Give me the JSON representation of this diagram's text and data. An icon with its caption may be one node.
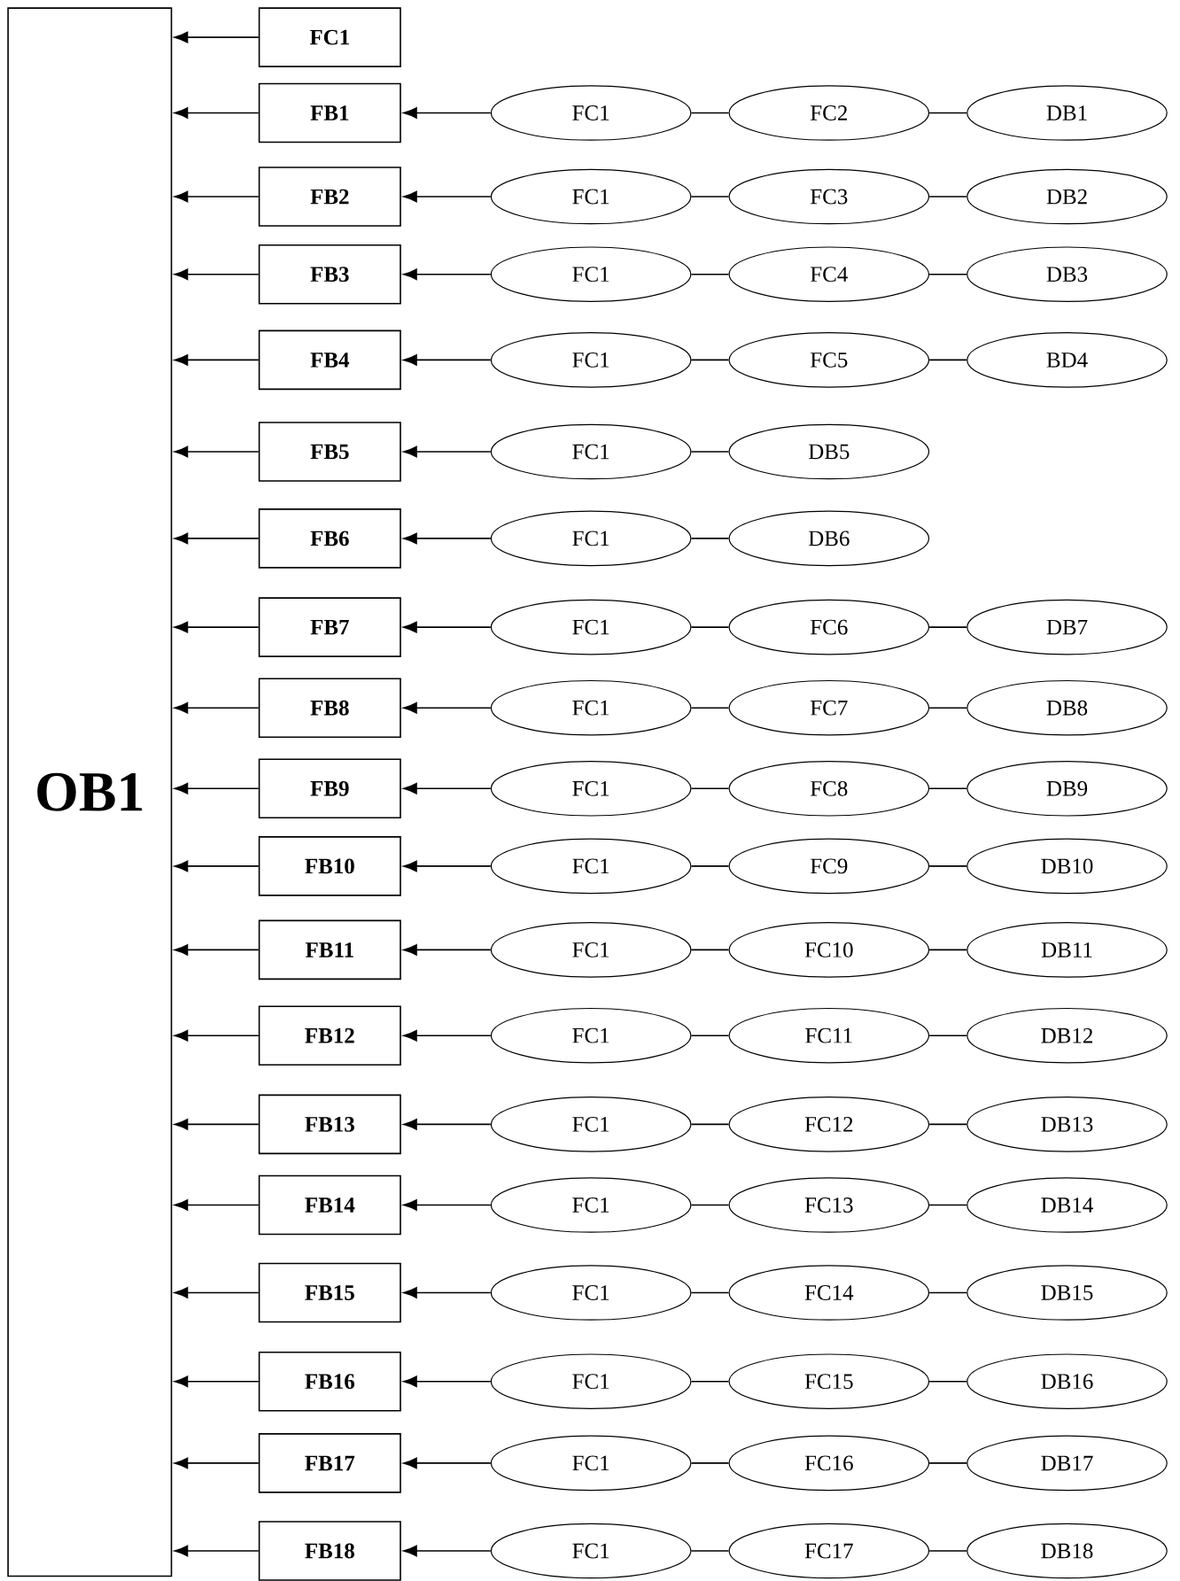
{
  "diagram": {
    "nodes": [
      {
        "text": [
          "OB1"
        ]
      },
      {
        "text": [
          "FC1"
        ]
      },
      {
        "text": [
          "FB1"
        ]
      },
      {
        "text": [
          "FC1"
        ]
      },
      {
        "text": [
          "FC2"
        ]
      },
      {
        "text": [
          "DB1"
        ]
      },
      {
        "text": [
          "FB2"
        ]
      },
      {
        "text": [
          "FC1"
        ]
      },
      {
        "text": [
          "FC3"
        ]
      },
      {
        "text": [
          "DB2"
        ]
      },
      {
        "text": [
          "FB3"
        ]
      },
      {
        "text": [
          "FC1"
        ]
      },
      {
        "text": [
          "FC4"
        ]
      },
      {
        "text": [
          "DB3"
        ]
      },
      {
        "text": [
          "FB4"
        ]
      },
      {
        "text": [
          "FC1"
        ]
      },
      {
        "text": [
          "FC5"
        ]
      },
      {
        "text": [
          "BD4"
        ]
      },
      {
        "text": [
          "FB5"
        ]
      },
      {
        "text": [
          "FC1"
        ]
      },
      {
        "text": [
          "DB5"
        ]
      },
      {
        "text": [
          "FB6"
        ]
      },
      {
        "text": [
          "FC1"
        ]
      },
      {
        "text": [
          "DB6"
        ]
      },
      {
        "text": [
          "FB7"
        ]
      },
      {
        "text": [
          "FC1"
        ]
      },
      {
        "text": [
          "FC6"
        ]
      },
      {
        "text": [
          "DB7"
        ]
      },
      {
        "text": [
          "FB8"
        ]
      },
      {
        "text": [
          "FC1"
        ]
      },
      {
        "text": [
          "FC7"
        ]
      },
      {
        "text": [
          "DB8"
        ]
      },
      {
        "text": [
          "FB9"
        ]
      },
      {
        "text": [
          "FC1"
        ]
      },
      {
        "text": [
          "FC8"
        ]
      },
      {
        "text": [
          "DB9"
        ]
      },
      {
        "text": [
          "FB10"
        ]
      },
      {
        "text": [
          "FC1"
        ]
      },
      {
        "text": [
          "FC9"
        ]
      },
      {
        "text": [
          "DB10"
        ]
      },
      {
        "text": [
          "FB11"
        ]
      },
      {
        "text": [
          "FC1"
        ]
      },
      {
        "text": [
          "FC10"
        ]
      },
      {
        "text": [
          "DB11"
        ]
      },
      {
        "text": [
          "FB12"
        ]
      },
      {
        "text": [
          "FC1"
        ]
      },
      {
        "text": [
          "FC11"
        ]
      },
      {
        "text": [
          "DB12"
        ]
      },
      {
        "text": [
          "FB13"
        ]
      },
      {
        "text": [
          "FC1"
        ]
      },
      {
        "text": [
          "FC12"
        ]
      },
      {
        "text": [
          "DB13"
        ]
      },
      {
        "text": [
          "FB14"
        ]
      },
      {
        "text": [
          "FC1"
        ]
      },
      {
        "text": [
          "FC13"
        ]
      },
      {
        "text": [
          "DB14"
        ]
      },
      {
        "text": [
          "FB15"
        ]
      },
      {
        "text": [
          "FC1"
        ]
      },
      {
        "text": [
          "FC14"
        ]
      },
      {
        "text": [
          "DB15"
        ]
      },
      {
        "text": [
          "FB16"
        ]
      },
      {
        "text": [
          "FC1"
        ]
      },
      {
        "text": [
          "FC15"
        ]
      },
      {
        "text": [
          "DB16"
        ]
      },
      {
        "text": [
          "FB17"
        ]
      },
      {
        "text": [
          "FC1"
        ]
      },
      {
        "text": [
          "FC16"
        ]
      },
      {
        "text": [
          "DB17"
        ]
      },
      {
        "text": [
          "FB18"
        ]
      },
      {
        "text": [
          "FC1"
        ]
      },
      {
        "text": [
          "FC17"
        ]
      },
      {
        "text": [
          "DB18"
        ]
      }
    ],
    "edges": [
      {
        "from": 1,
        "to": 0,
        "arrow": "to"
      },
      {
        "from": 2,
        "to": 0,
        "arrow": "to"
      },
      {
        "from": 3,
        "to": 2,
        "arrow": "to"
      },
      {
        "from": 3,
        "to": 4,
        "arrow": "none"
      },
      {
        "from": 4,
        "to": 5,
        "arrow": "none"
      },
      {
        "from": 6,
        "to": 0,
        "arrow": "to"
      },
      {
        "from": 7,
        "to": 6,
        "arrow": "to"
      },
      {
        "from": 7,
        "to": 8,
        "arrow": "none"
      },
      {
        "from": 8,
        "to": 9,
        "arrow": "none"
      },
      {
        "from": 10,
        "to": 0,
        "arrow": "to"
      },
      {
        "from": 11,
        "to": 10,
        "arrow": "to"
      },
      {
        "from": 11,
        "to": 12,
        "arrow": "none"
      },
      {
        "from": 12,
        "to": 13,
        "arrow": "none"
      },
      {
        "from": 14,
        "to": 0,
        "arrow": "to"
      },
      {
        "from": 15,
        "to": 14,
        "arrow": "to"
      },
      {
        "from": 15,
        "to": 16,
        "arrow": "none"
      },
      {
        "from": 16,
        "to": 17,
        "arrow": "none"
      },
      {
        "from": 18,
        "to": 0,
        "arrow": "to"
      },
      {
        "from": 19,
        "to": 18,
        "arrow": "to"
      },
      {
        "from": 19,
        "to": 20,
        "arrow": "none"
      },
      {
        "from": 21,
        "to": 0,
        "arrow": "to"
      },
      {
        "from": 22,
        "to": 21,
        "arrow": "to"
      },
      {
        "from": 22,
        "to": 23,
        "arrow": "none"
      },
      {
        "from": 24,
        "to": 0,
        "arrow": "to"
      },
      {
        "from": 25,
        "to": 24,
        "arrow": "to"
      },
      {
        "from": 25,
        "to": 26,
        "arrow": "none"
      },
      {
        "from": 26,
        "to": 27,
        "arrow": "none"
      },
      {
        "from": 28,
        "to": 0,
        "arrow": "to"
      },
      {
        "from": 29,
        "to": 28,
        "arrow": "to"
      },
      {
        "from": 29,
        "to": 30,
        "arrow": "none"
      },
      {
        "from": 30,
        "to": 31,
        "arrow": "none"
      },
      {
        "from": 32,
        "to": 0,
        "arrow": "to"
      },
      {
        "from": 33,
        "to": 32,
        "arrow": "to"
      },
      {
        "from": 33,
        "to": 34,
        "arrow": "none"
      },
      {
        "from": 34,
        "to": 35,
        "arrow": "none"
      },
      {
        "from": 36,
        "to": 0,
        "arrow": "to"
      },
      {
        "from": 37,
        "to": 36,
        "arrow": "to"
      },
      {
        "from": 37,
        "to": 38,
        "arrow": "none"
      },
      {
        "from": 38,
        "to": 39,
        "arrow": "none"
      },
      {
        "from": 40,
        "to": 0,
        "arrow": "to"
      },
      {
        "from": 41,
        "to": 40,
        "arrow": "to"
      },
      {
        "from": 41,
        "to": 42,
        "arrow": "none"
      },
      {
        "from": 42,
        "to": 43,
        "arrow": "none"
      },
      {
        "from": 44,
        "to": 0,
        "arrow": "to"
      },
      {
        "from": 45,
        "to": 44,
        "arrow": "to"
      },
      {
        "from": 45,
        "to": 46,
        "arrow": "none"
      },
      {
        "from": 46,
        "to": 47,
        "arrow": "none"
      },
      {
        "from": 48,
        "to": 0,
        "arrow": "to"
      },
      {
        "from": 49,
        "to": 48,
        "arrow": "to"
      },
      {
        "from": 49,
        "to": 50,
        "arrow": "none"
      },
      {
        "from": 50,
        "to": 51,
        "arrow": "none"
      },
      {
        "from": 52,
        "to": 0,
        "arrow": "to"
      },
      {
        "from": 53,
        "to": 52,
        "arrow": "to"
      },
      {
        "from": 53,
        "to": 54,
        "arrow": "none"
      },
      {
        "from": 54,
        "to": 55,
        "arrow": "none"
      },
      {
        "from": 56,
        "to": 0,
        "arrow": "to"
      },
      {
        "from": 57,
        "to": 56,
        "arrow": "to"
      },
      {
        "from": 57,
        "to": 58,
        "arrow": "none"
      },
      {
        "from": 58,
        "to": 59,
        "arrow": "none"
      },
      {
        "from": 60,
        "to": 0,
        "arrow": "to"
      },
      {
        "from": 61,
        "to": 60,
        "arrow": "to"
      },
      {
        "from": 61,
        "to": 62,
        "arrow": "none"
      },
      {
        "from": 62,
        "to": 63,
        "arrow": "none"
      },
      {
        "from": 64,
        "to": 0,
        "arrow": "to"
      },
      {
        "from": 65,
        "to": 64,
        "arrow": "to"
      },
      {
        "from": 65,
        "to": 66,
        "arrow": "none"
      },
      {
        "from": 66,
        "to": 67,
        "arrow": "none"
      },
      {
        "from": 68,
        "to": 0,
        "arrow": "to"
      },
      {
        "from": 69,
        "to": 68,
        "arrow": "to"
      },
      {
        "from": 69,
        "to": 70,
        "arrow": "none"
      },
      {
        "from": 70,
        "to": 71,
        "arrow": "none"
      }
    ]
  }
}
